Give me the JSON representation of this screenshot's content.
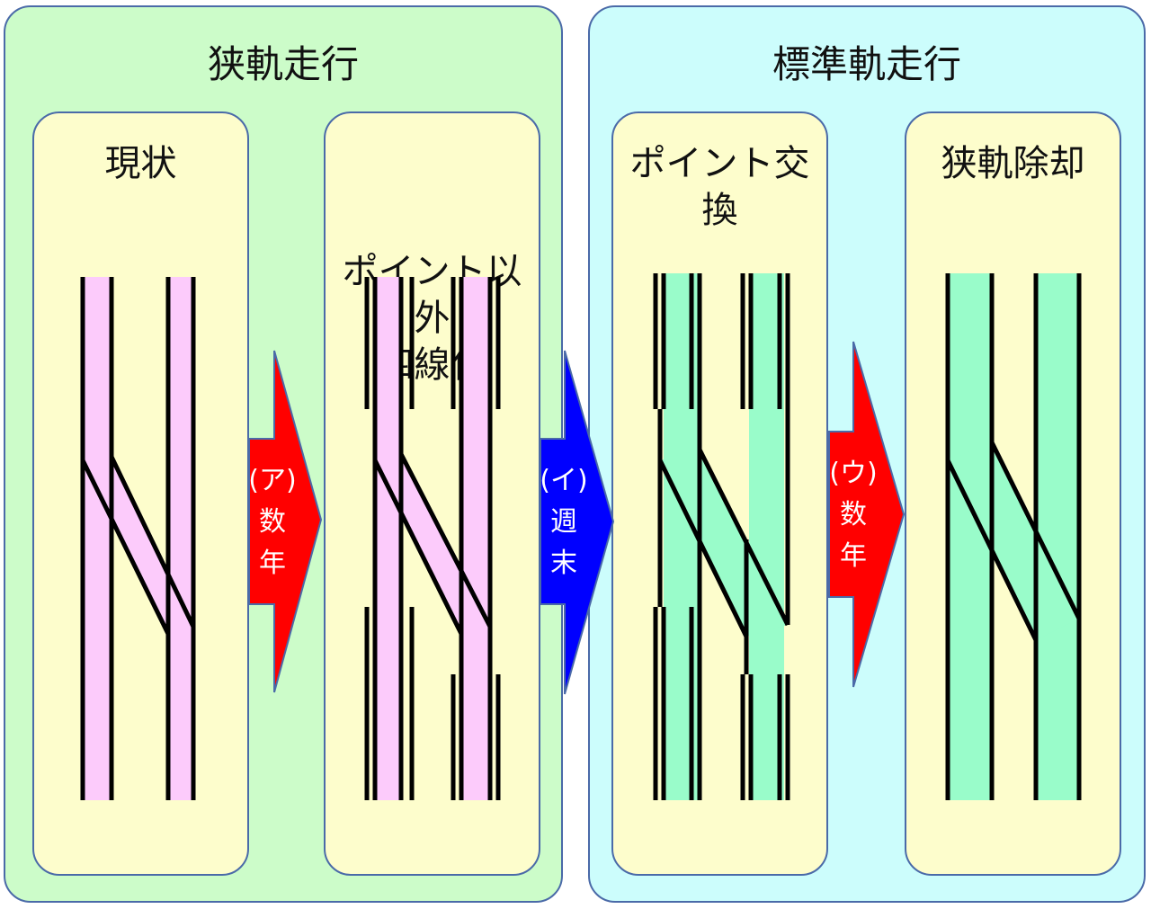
{
  "groups": {
    "narrow_gauge": {
      "title": "狭軌走行"
    },
    "standard_gauge": {
      "title": "標準軌走行"
    }
  },
  "stages": [
    {
      "title": "現状"
    },
    {
      "title": "ポイント以外\n四線化"
    },
    {
      "title": "ポイント交換"
    },
    {
      "title": "狭軌除却"
    }
  ],
  "transitions": [
    {
      "label": "(ア)\n数\n年",
      "color": "#ff0000",
      "text_color": "#ffffff"
    },
    {
      "label": "(イ)\n週\n末",
      "color": "#0000ff",
      "text_color": "#ffffff"
    },
    {
      "label": "(ウ)\n数\n年",
      "color": "#ff0000",
      "text_color": "#ffffff"
    }
  ],
  "colors": {
    "narrow_track_fill": "#fccbfb",
    "standard_track_fill": "#99fcca",
    "rail": "#000000"
  }
}
